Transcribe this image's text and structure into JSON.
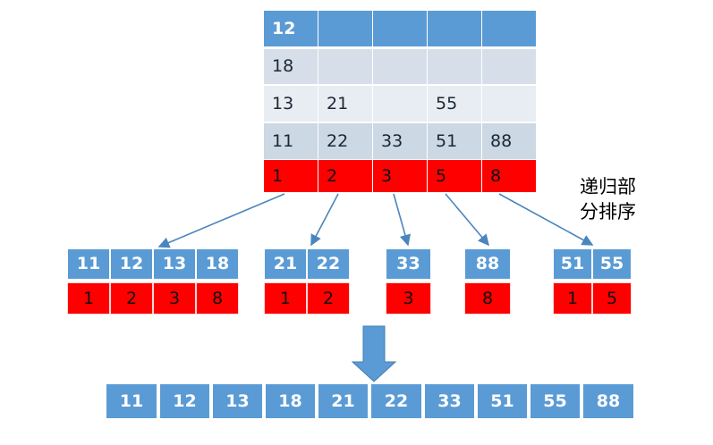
{
  "diagram": {
    "title": "Merge sort / bucket sort recursive partition illustration",
    "annotation": "递归部\n分排序",
    "colors": {
      "blue": "#5b9bd5",
      "red": "#fe0000",
      "arrow": "#4a86bd",
      "shade_a": "#d6dfe9",
      "shade_b": "#e8edf3",
      "shade_c": "#ccd8e4",
      "white": "#ffffff",
      "text_dark": "#1b2733"
    }
  },
  "pyramid": {
    "rows": [
      {
        "style": "row-top",
        "cells": [
          "12",
          "",
          "",
          "",
          ""
        ]
      },
      {
        "style": "shade-a",
        "cells": [
          "18",
          "",
          "",
          "",
          ""
        ]
      },
      {
        "style": "shade-b",
        "cells": [
          "13",
          "21",
          "",
          "55",
          ""
        ]
      },
      {
        "style": "shade-c",
        "cells": [
          "11",
          "22",
          "33",
          "51",
          "88"
        ]
      },
      {
        "style": "row-red",
        "cells": [
          "1",
          "2",
          "3",
          "5",
          "8"
        ]
      }
    ]
  },
  "groups": [
    {
      "name": "group-1",
      "values": [
        "11",
        "12",
        "13",
        "18"
      ],
      "counts": [
        "1",
        "2",
        "3",
        "8"
      ]
    },
    {
      "name": "group-2",
      "values": [
        "21",
        "22"
      ],
      "counts": [
        "1",
        "2"
      ]
    },
    {
      "name": "group-3",
      "values": [
        "33"
      ],
      "counts": [
        "3"
      ]
    },
    {
      "name": "group-4",
      "values": [
        "88"
      ],
      "counts": [
        "8"
      ]
    },
    {
      "name": "group-5",
      "values": [
        "51",
        "55"
      ],
      "counts": [
        "1",
        "5"
      ]
    }
  ],
  "final_array": {
    "label": "sorted-result",
    "values": [
      "11",
      "12",
      "13",
      "18",
      "21",
      "22",
      "33",
      "51",
      "55",
      "88"
    ]
  }
}
